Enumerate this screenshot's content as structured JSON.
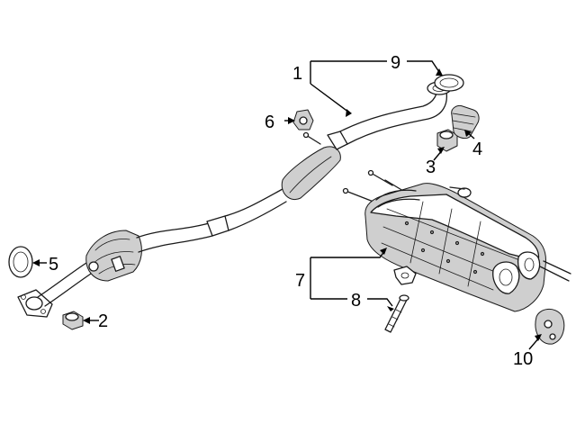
{
  "callouts": {
    "c1": "1",
    "c2": "2",
    "c3": "3",
    "c4": "4",
    "c5": "5",
    "c6": "6",
    "c7": "7",
    "c8": "8",
    "c9": "9",
    "c10": "10"
  },
  "colors": {
    "line": "#1a1a1a",
    "shade": "#cfcfcf",
    "background": "#ffffff"
  }
}
